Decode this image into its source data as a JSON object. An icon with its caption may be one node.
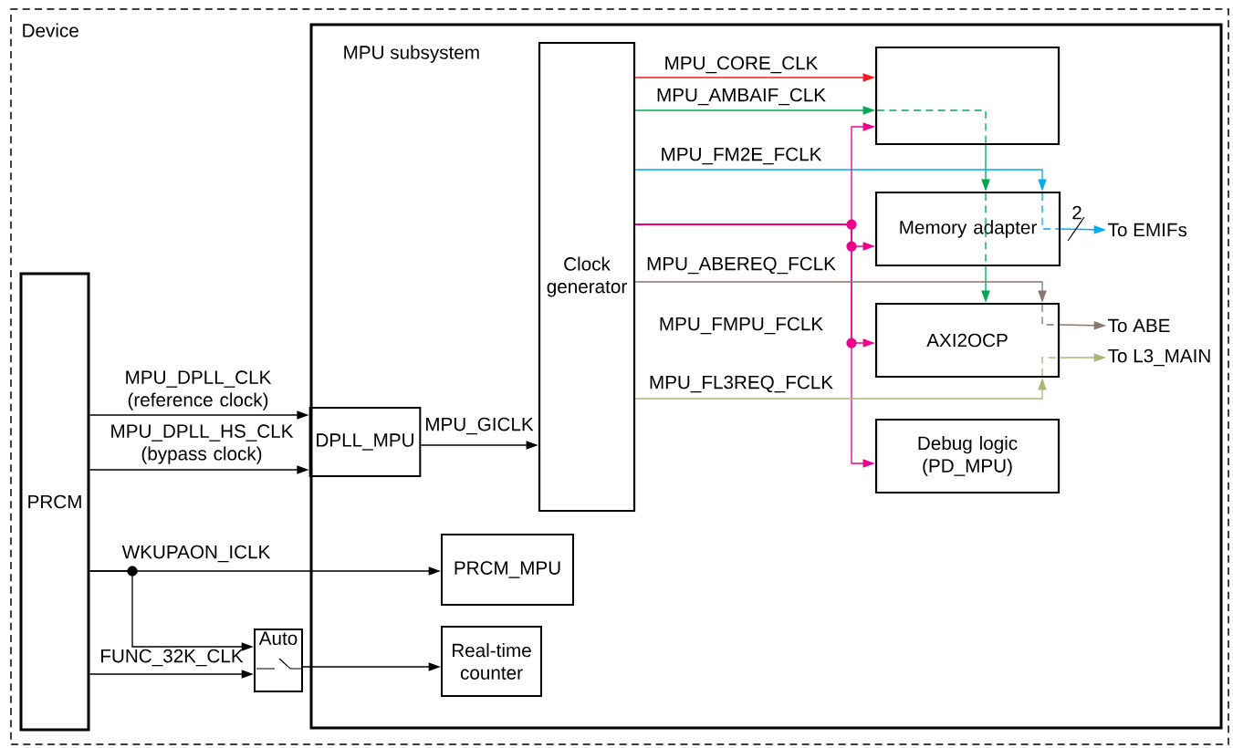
{
  "diagram": {
    "nodes": [
      {
        "text": [
          "Device"
        ]
      },
      {
        "text": [
          "MPU subsystem"
        ],
        "in": 0
      },
      {
        "text": [
          "Clock generator"
        ],
        "in": 1
      },
      {
        "text": [],
        "shape": "box",
        "in": 1
      },
      {
        "text": [
          "Memory adapter"
        ],
        "in": 1
      },
      {
        "text": [
          "AXI2OCP"
        ],
        "in": 1
      },
      {
        "text": [
          "Debug logic (PD_MPU)"
        ],
        "in": 1
      },
      {
        "text": [
          "DPLL_MPU"
        ],
        "in": 1
      },
      {
        "text": [
          "PRCM"
        ],
        "in": 0
      },
      {
        "text": [
          "PRCM_MPU"
        ],
        "in": 1
      },
      {
        "text": [
          "Real-time counter"
        ],
        "in": 1
      },
      {
        "text": [
          "Auto"
        ],
        "in": 0
      },
      {
        "text": [
          "To EMIFs"
        ],
        "in": 1
      },
      {
        "text": [
          "To ABE"
        ],
        "in": 1
      },
      {
        "text": [
          "To L3_MAIN"
        ],
        "in": 1
      }
    ],
    "edges": [
      {
        "from": 2,
        "to": 3,
        "arrow": "to",
        "label": "MPU_CORE_CLK",
        "color": "#ed1c24"
      },
      {
        "from": 2,
        "to": 3,
        "arrow": "to",
        "label": "MPU_AMBAIF_CLK",
        "color": "#00a651"
      },
      {
        "from": 3,
        "to": 4,
        "arrow": "to",
        "color": "#00a651"
      },
      {
        "from": 4,
        "to": 5,
        "arrow": "to",
        "color": "#00a651"
      },
      {
        "from": 2,
        "to": 4,
        "arrow": "to",
        "label": "MPU_FM2E_FCLK",
        "color": "#00aeef"
      },
      {
        "from": 4,
        "to": 12,
        "arrow": "to",
        "label": "2",
        "color": "#00aeef"
      },
      {
        "from": 2,
        "to": 3,
        "arrow": "to",
        "color": "#ec008c"
      },
      {
        "from": 2,
        "to": 4,
        "arrow": "to",
        "color": "#ec008c"
      },
      {
        "from": 2,
        "to": 5,
        "arrow": "to",
        "label": "MPU_FMPU_FCLK",
        "color": "#ec008c"
      },
      {
        "from": 2,
        "to": 6,
        "arrow": "to",
        "color": "#ec008c"
      },
      {
        "from": 2,
        "to": 5,
        "arrow": "to",
        "label": "MPU_ABEREQ_FCLK",
        "color": "#8b7670"
      },
      {
        "from": 5,
        "to": 13,
        "arrow": "to",
        "color": "#8b7670"
      },
      {
        "from": 2,
        "to": 5,
        "arrow": "to",
        "label": "MPU_FL3REQ_FCLK",
        "color": "#a8b878"
      },
      {
        "from": 5,
        "to": 14,
        "arrow": "to",
        "color": "#a8b878"
      },
      {
        "from": 8,
        "to": 7,
        "arrow": "to",
        "label": "MPU_DPLL_CLK (reference clock)"
      },
      {
        "from": 8,
        "to": 7,
        "arrow": "to",
        "label": "MPU_DPLL_HS_CLK (bypass clock)"
      },
      {
        "from": 7,
        "to": 2,
        "arrow": "to",
        "label": "MPU_GICLK"
      },
      {
        "from": 8,
        "to": 9,
        "arrow": "to",
        "label": "WKUPAON_ICLK"
      },
      {
        "from": 8,
        "to": 11,
        "arrow": "to"
      },
      {
        "from": 8,
        "to": 11,
        "arrow": "to",
        "label": "FUNC_32K_CLK"
      },
      {
        "from": 11,
        "to": 10,
        "arrow": "to"
      }
    ]
  }
}
